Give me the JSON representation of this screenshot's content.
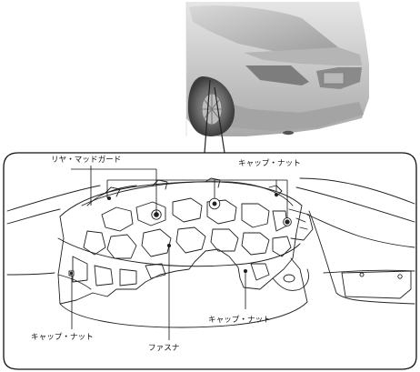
{
  "callouts": [
    {
      "text": "リヤ・マッドガード"
    },
    {
      "text": "キャップ・ナット"
    },
    {
      "text": "キャップ・ナット"
    },
    {
      "text": "キャップ・ナット"
    },
    {
      "text": "ファスナ"
    }
  ],
  "colors": {
    "car_body": "#c9c9c9",
    "car_shade": "#8c8c8c",
    "line": "#222222",
    "background": "#ffffff"
  }
}
